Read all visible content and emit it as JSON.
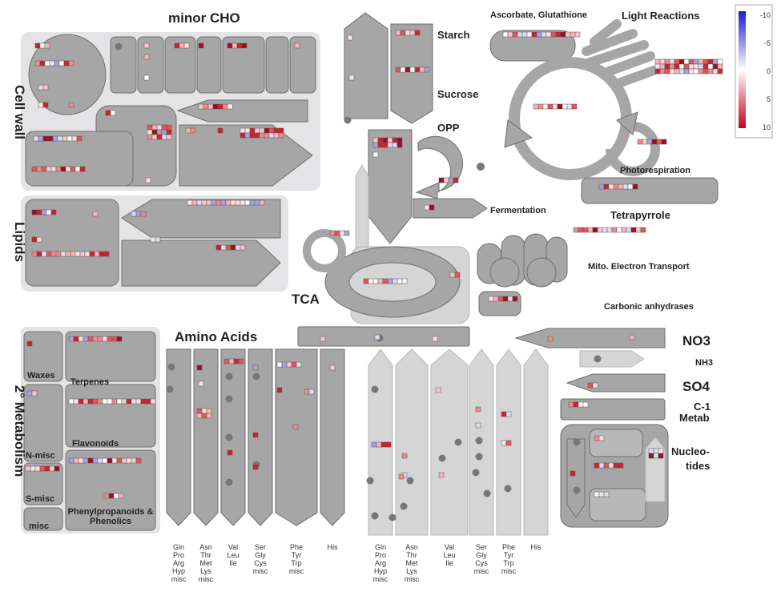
{
  "colors": {
    "high": "#c8001e",
    "neutral": "#ffffff",
    "low": "#1a1ad0",
    "box": "#a6a6a6",
    "light_box": "#d5d5d5",
    "panel": "#e4e4e6"
  },
  "legend": {
    "ticks": [
      "-10",
      "-5",
      "0",
      "5",
      "10"
    ]
  },
  "labels": {
    "minor_cho": "minor CHO",
    "cell_wall": "Cell wall",
    "lipids": "Lipids",
    "secondary_metabolism": "2° Metabolism",
    "starch": "Starch",
    "sucrose": "Sucrose",
    "opp": "OPP",
    "fermentation": "Fermentation",
    "ascorbate": "Ascorbate, Glutathione",
    "light_reactions": "Light Reactions",
    "photorespiration": "Photorespiration",
    "tetrapyrrole": "Tetrapyrrole",
    "mito": "Mito. Electron Transport",
    "carbonic": "Carbonic anhydrases",
    "tca": "TCA",
    "amino_acids": "Amino Acids",
    "no3": "NO3",
    "nh3": "NH3",
    "so4": "SO4",
    "c1": "C-1",
    "metab": "Metab",
    "nucleo1": "Nucleo-",
    "nucleo2": "tides",
    "waxes": "Waxes",
    "terpenes": "Terpenes",
    "n_misc": "N-misc",
    "flavonoids": "Flavonoids",
    "s_misc": "S-misc",
    "misc": "misc",
    "phenyl1": "Phenylpropanoids &",
    "phenyl2": "Phenolics"
  },
  "aa_groups": [
    [
      "Gln",
      "Pro",
      "Arg",
      "Hyp",
      "misc"
    ],
    [
      "Asn",
      "Thr",
      "Met",
      "Lys",
      "misc"
    ],
    [
      "Val",
      "Leu",
      "Ile"
    ],
    [
      "Ser",
      "Gly",
      "Cys",
      "misc"
    ],
    [
      "Phe",
      "Tyr",
      "Trp",
      "misc"
    ],
    [
      "His"
    ]
  ]
}
